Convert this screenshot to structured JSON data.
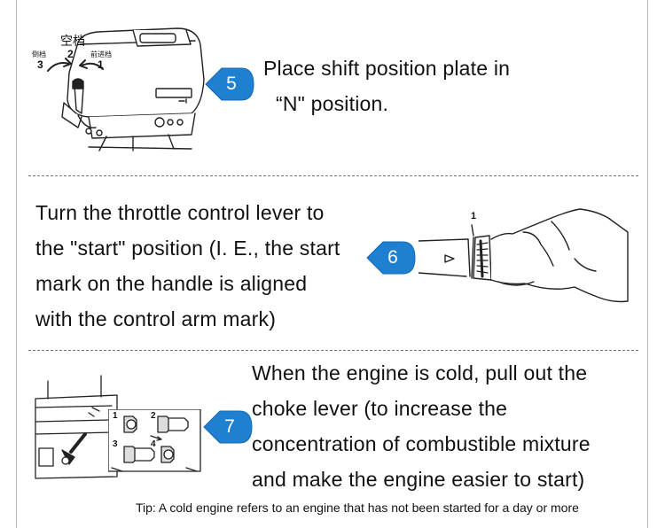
{
  "steps": [
    {
      "number": "5",
      "lines": [
        "Place shift position plate in",
        "“N\" position."
      ],
      "illustration_labels": {
        "neutral": "空档",
        "reverse": "倒档",
        "forward": "前进档",
        "pos_3": "3",
        "pos_2": "2",
        "pos_1": "1"
      }
    },
    {
      "number": "6",
      "lines": [
        "Turn the throttle control lever to",
        "the \"start\" position (I. E., the start",
        "mark on the handle is aligned",
        "with the control arm mark)"
      ],
      "illustration_labels": {
        "mark": "1"
      }
    },
    {
      "number": "7",
      "lines": [
        "When the engine is cold, pull out the",
        "choke lever (to increase the",
        "concentration of combustible mixture",
        "and make the engine easier to start)"
      ],
      "illustration_labels": {
        "p1": "1",
        "p2": "2",
        "p3": "3",
        "p4": "4"
      }
    }
  ],
  "tip": "Tip: A cold engine refers to an engine that has not been started for a day or more",
  "colors": {
    "badge": "#1f7fd0",
    "badge_dark": "#1668b3",
    "text": "#111111",
    "line_art": "#222222"
  }
}
